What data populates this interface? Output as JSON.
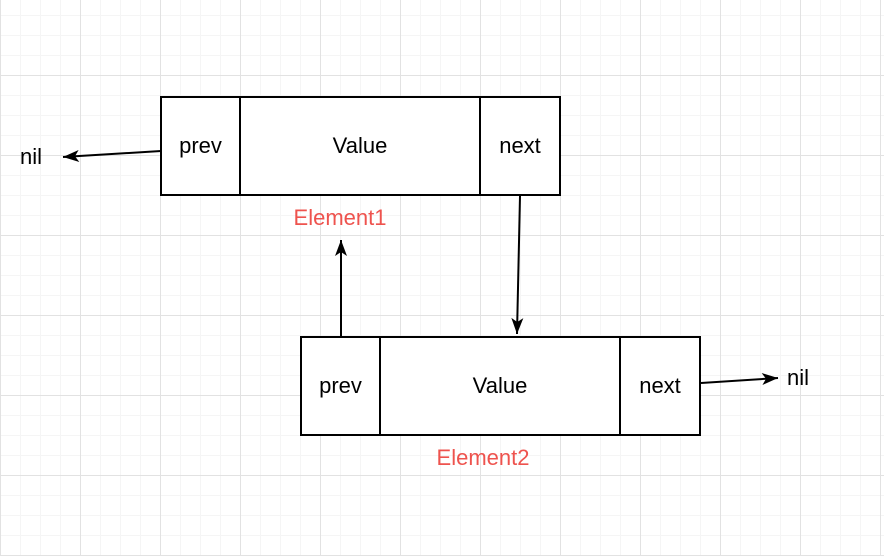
{
  "diagram": {
    "type": "doubly-linked-list",
    "colors": {
      "background": "#ffffff",
      "grid_minor": "#f5f5f5",
      "grid_major": "#e2e2e2",
      "stroke": "#000000",
      "node_fill": "#ffffff",
      "label_red": "#ee534e"
    },
    "nodes": [
      {
        "id": "element1",
        "label": "Element1",
        "cells": {
          "prev": "prev",
          "value": "Value",
          "next": "next"
        }
      },
      {
        "id": "element2",
        "label": "Element2",
        "cells": {
          "prev": "prev",
          "value": "Value",
          "next": "next"
        }
      }
    ],
    "terminals": {
      "left_nil": "nil",
      "right_nil": "nil"
    },
    "arrows": [
      {
        "name": "element1-prev-to-nil",
        "from": "element1.prev",
        "to": "nil (left)"
      },
      {
        "name": "element1-next-to-element2",
        "from": "element1.next",
        "to": "element2.value (top)"
      },
      {
        "name": "element2-prev-to-element1",
        "from": "element2.prev",
        "to": "element1 (below label)"
      },
      {
        "name": "element2-next-to-nil",
        "from": "element2.next",
        "to": "nil (right)"
      }
    ]
  }
}
